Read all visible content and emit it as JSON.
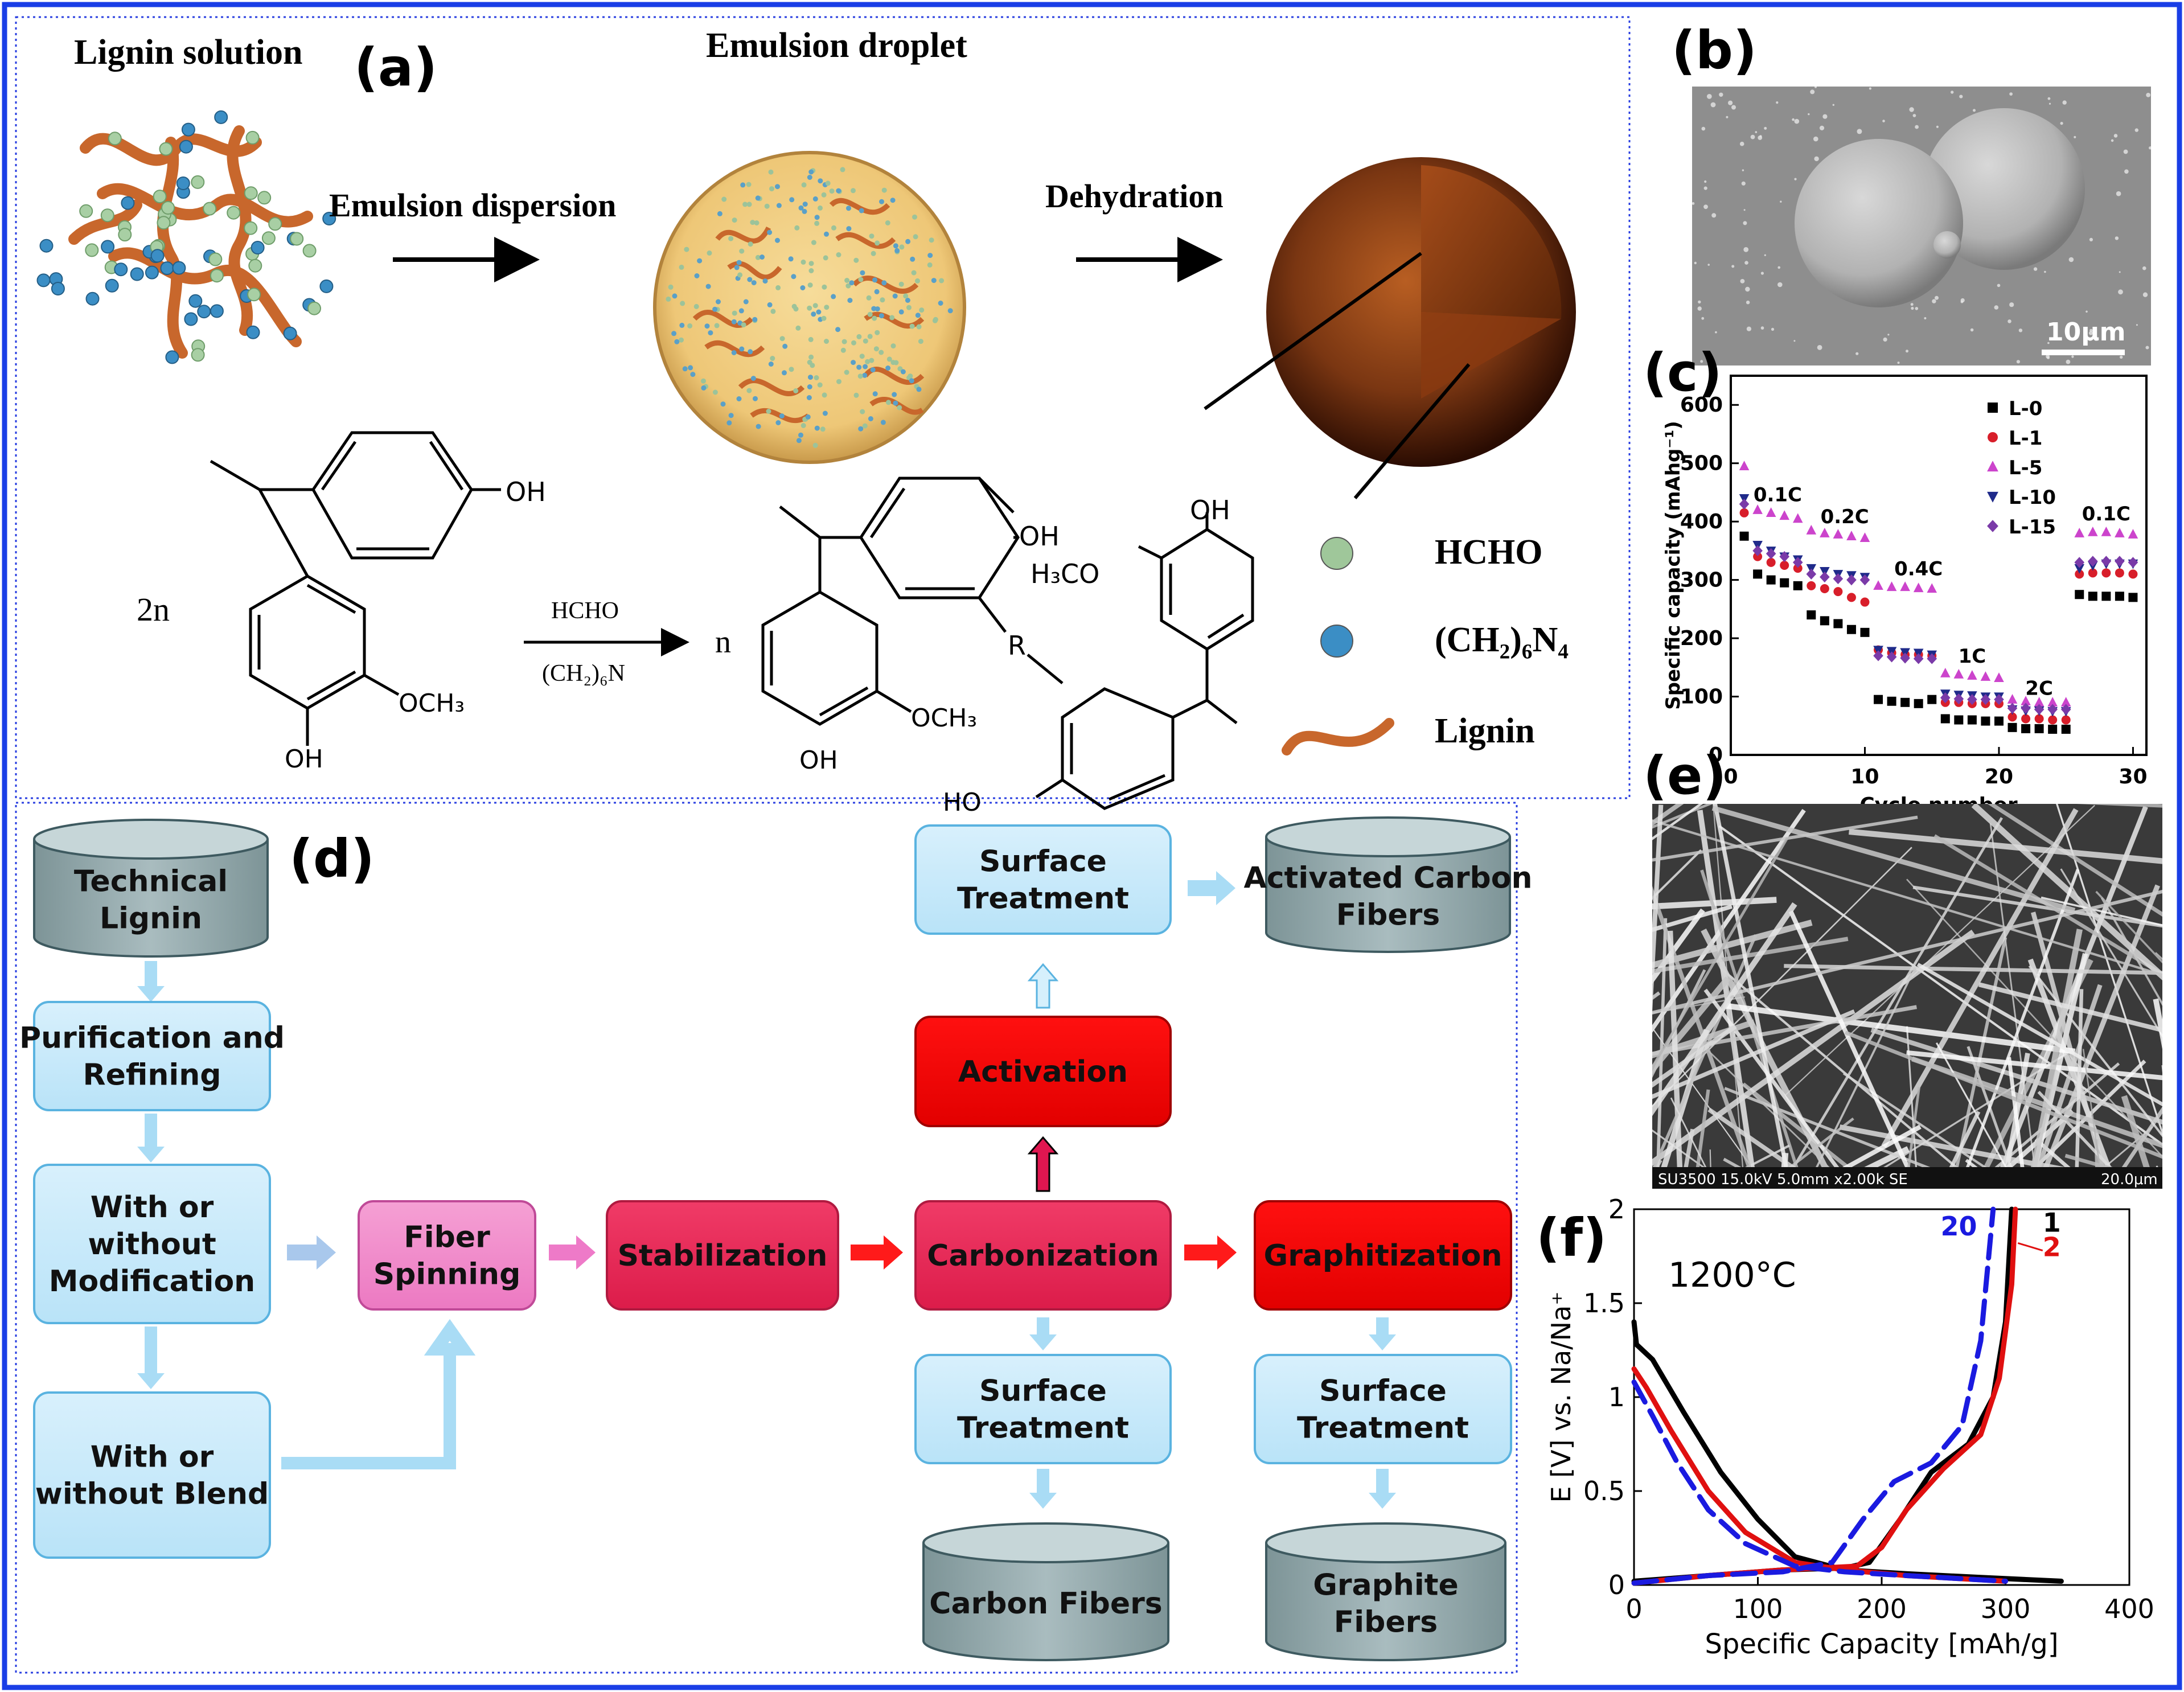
{
  "panel_a": {
    "label": "(a)",
    "lignin_solution": "Lignin solution",
    "emulsion_droplet": "Emulsion droplet",
    "emulsion_dispersion": "Emulsion dispersion",
    "dehydration": "Dehydration",
    "reaction": {
      "coef_left": "2n",
      "coef_right": "n",
      "reagent_top": "HCHO",
      "reagent_bottom": "(CH₂)₆N",
      "oh": "OH",
      "och3": "OCH₃",
      "r": "R",
      "h3co": "H₃CO",
      "ho": "HO"
    },
    "legend": [
      {
        "label": "HCHO",
        "color": "#9fc79a"
      },
      {
        "label": "(CH₂)₆N₄",
        "color": "#3b8ec5"
      },
      {
        "label": "Lignin",
        "color": "#c8672c"
      }
    ]
  },
  "panel_b": {
    "label": "(b)",
    "scale_bar": "10μm"
  },
  "panel_c": {
    "label": "(c)"
  },
  "panel_d": {
    "label": "(d)",
    "technical_lignin": "Technical Lignin",
    "purification": "Purification and Refining",
    "modification": "With or without Modification",
    "blend": "With or without Blend",
    "fiber_spinning": "Fiber Spinning",
    "stabilization": "Stabilization",
    "carbonization": "Carbonization",
    "graphitization": "Graphitization",
    "activation": "Activation",
    "surface_treatment": "Surface Treatment",
    "activated_carbon_fibers": "Activated Carbon Fibers",
    "carbon_fibers": "Carbon Fibers",
    "graphite_fibers": "Graphite Fibers"
  },
  "panel_e": {
    "label": "(e)",
    "caption_left": "SU3500 15.0kV 5.0mm x2.00k SE",
    "caption_right": "20.0μm"
  },
  "panel_f": {
    "label": "(f)",
    "temperature": "1200°C"
  },
  "chart_data": [
    {
      "type": "scatter",
      "xlabel": "Cycle number",
      "ylabel": "Specific capacity (mAhg⁻¹)",
      "xlim": [
        0,
        31
      ],
      "ylim": [
        0,
        650
      ],
      "xticks": [
        0,
        10,
        20,
        30
      ],
      "yticks": [
        0,
        100,
        200,
        300,
        400,
        500,
        600
      ],
      "legend_position": "top-right",
      "grid": false,
      "rate_labels": [
        {
          "text": "0.1C",
          "x": 3.5,
          "y": 435
        },
        {
          "text": "0.2C",
          "x": 8.5,
          "y": 397
        },
        {
          "text": "0.4C",
          "x": 14,
          "y": 308
        },
        {
          "text": "1C",
          "x": 18,
          "y": 158
        },
        {
          "text": "2C",
          "x": 23,
          "y": 103
        },
        {
          "text": "0.1C",
          "x": 28,
          "y": 402
        }
      ],
      "x": [
        1,
        2,
        3,
        4,
        5,
        6,
        7,
        8,
        9,
        10,
        11,
        12,
        13,
        14,
        15,
        16,
        17,
        18,
        19,
        20,
        21,
        22,
        23,
        24,
        25,
        26,
        27,
        28,
        29,
        30
      ],
      "series": [
        {
          "name": "L-0",
          "marker": "square",
          "color": "#000000",
          "values": [
            375,
            310,
            300,
            295,
            290,
            240,
            230,
            225,
            215,
            210,
            95,
            92,
            90,
            88,
            95,
            62,
            60,
            60,
            58,
            58,
            47,
            45,
            45,
            44,
            44,
            275,
            272,
            272,
            272,
            270
          ]
        },
        {
          "name": "L-1",
          "marker": "circle",
          "color": "#d81e2a",
          "values": [
            415,
            340,
            330,
            325,
            320,
            290,
            285,
            280,
            270,
            262,
            180,
            175,
            172,
            172,
            170,
            90,
            90,
            88,
            88,
            88,
            65,
            62,
            62,
            60,
            60,
            310,
            312,
            312,
            312,
            310
          ]
        },
        {
          "name": "L-5",
          "marker": "triangle-up",
          "color": "#cc44cc",
          "values": [
            495,
            420,
            415,
            410,
            405,
            385,
            380,
            378,
            375,
            372,
            290,
            288,
            288,
            286,
            285,
            140,
            138,
            136,
            134,
            132,
            95,
            92,
            90,
            90,
            90,
            380,
            382,
            382,
            380,
            378
          ]
        },
        {
          "name": "L-10",
          "marker": "triangle-down",
          "color": "#1f2a8a",
          "values": [
            440,
            360,
            350,
            340,
            335,
            320,
            315,
            310,
            308,
            305,
            180,
            178,
            176,
            175,
            172,
            105,
            103,
            102,
            100,
            100,
            78,
            76,
            76,
            75,
            75,
            320,
            325,
            328,
            328,
            328
          ]
        },
        {
          "name": "L-15",
          "marker": "diamond",
          "color": "#7a3aa8",
          "values": [
            430,
            350,
            345,
            340,
            330,
            310,
            305,
            302,
            300,
            300,
            170,
            168,
            166,
            165,
            165,
            98,
            96,
            95,
            95,
            95,
            80,
            80,
            78,
            78,
            78,
            330,
            332,
            332,
            332,
            330
          ]
        }
      ]
    },
    {
      "type": "line",
      "xlabel": "Specific Capacity [mAh/g]",
      "ylabel": "E [V] vs. Na/Na⁺",
      "xlim": [
        0,
        400
      ],
      "ylim": [
        0,
        2
      ],
      "xticks": [
        0,
        100,
        200,
        300,
        400
      ],
      "yticks": [
        0,
        0.5,
        1,
        1.5,
        2
      ],
      "grid": false,
      "series": [
        {
          "name": "1",
          "color": "#000000",
          "dash": false,
          "points": [
            [
              0,
              1.4
            ],
            [
              2,
              1.28
            ],
            [
              15,
              1.2
            ],
            [
              40,
              0.92
            ],
            [
              70,
              0.6
            ],
            [
              100,
              0.35
            ],
            [
              130,
              0.15
            ],
            [
              170,
              0.08
            ],
            [
              220,
              0.06
            ],
            [
              280,
              0.04
            ],
            [
              345,
              0.02
            ]
          ]
        },
        {
          "name": "1",
          "color": "#000000",
          "dash": false,
          "points": [
            [
              0,
              0.02
            ],
            [
              60,
              0.05
            ],
            [
              120,
              0.08
            ],
            [
              170,
              0.09
            ],
            [
              190,
              0.12
            ],
            [
              215,
              0.35
            ],
            [
              240,
              0.6
            ],
            [
              270,
              0.75
            ],
            [
              290,
              1.0
            ],
            [
              300,
              1.4
            ],
            [
              305,
              2.0
            ]
          ]
        },
        {
          "name": "2",
          "color": "#e01010",
          "dash": false,
          "points": [
            [
              0,
              1.15
            ],
            [
              10,
              1.05
            ],
            [
              30,
              0.82
            ],
            [
              60,
              0.5
            ],
            [
              90,
              0.28
            ],
            [
              130,
              0.12
            ],
            [
              170,
              0.08
            ],
            [
              220,
              0.05
            ],
            [
              300,
              0.02
            ]
          ]
        },
        {
          "name": "2",
          "color": "#e01010",
          "dash": false,
          "points": [
            [
              0,
              0.01
            ],
            [
              60,
              0.05
            ],
            [
              120,
              0.08
            ],
            [
              180,
              0.1
            ],
            [
              200,
              0.2
            ],
            [
              220,
              0.4
            ],
            [
              250,
              0.62
            ],
            [
              280,
              0.8
            ],
            [
              295,
              1.1
            ],
            [
              305,
              1.6
            ],
            [
              308,
              2.0
            ]
          ]
        },
        {
          "name": "20",
          "color": "#1a1ae0",
          "dash": true,
          "points": [
            [
              0,
              1.08
            ],
            [
              15,
              0.9
            ],
            [
              35,
              0.65
            ],
            [
              60,
              0.4
            ],
            [
              90,
              0.22
            ],
            [
              130,
              0.1
            ],
            [
              170,
              0.07
            ],
            [
              220,
              0.05
            ],
            [
              300,
              0.02
            ]
          ]
        },
        {
          "name": "20",
          "color": "#1a1ae0",
          "dash": true,
          "points": [
            [
              0,
              0.01
            ],
            [
              60,
              0.05
            ],
            [
              120,
              0.07
            ],
            [
              160,
              0.12
            ],
            [
              185,
              0.35
            ],
            [
              210,
              0.55
            ],
            [
              240,
              0.65
            ],
            [
              265,
              0.85
            ],
            [
              280,
              1.3
            ],
            [
              290,
              2.0
            ]
          ]
        }
      ],
      "curve_labels": [
        {
          "text": "20",
          "color": "#1a1ae0"
        },
        {
          "text": "1",
          "color": "#000000"
        },
        {
          "text": "2",
          "color": "#e01010"
        }
      ]
    }
  ]
}
